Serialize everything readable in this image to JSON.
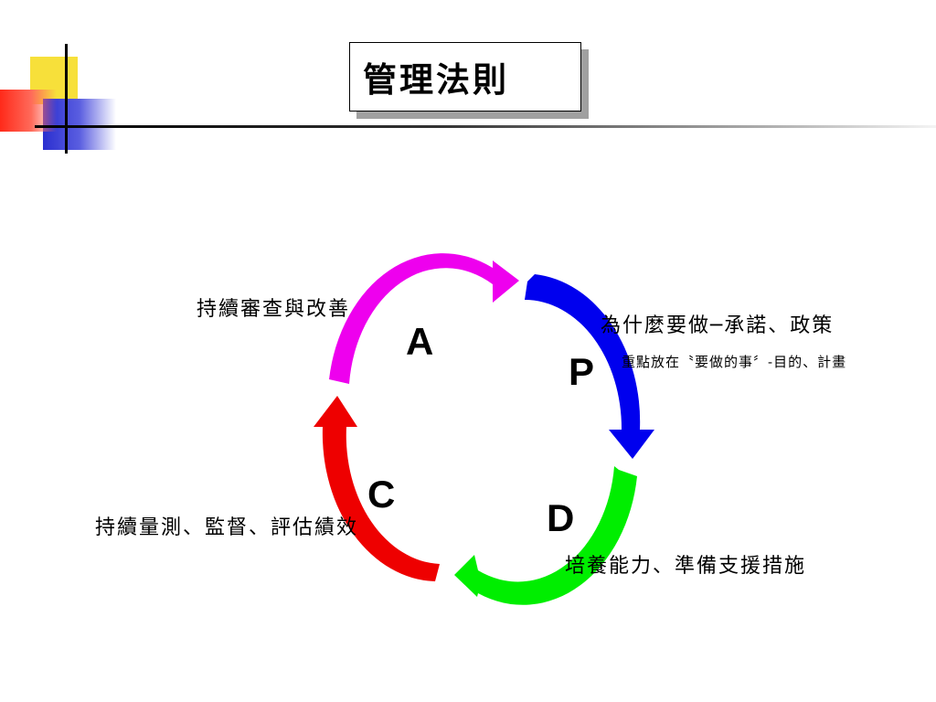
{
  "slide": {
    "title": "管理法則"
  },
  "cycle": {
    "stages": [
      {
        "letter": "P",
        "color": "#0000ee",
        "label": "為什麼要做─承諾、政策",
        "sublabel": "重點放在〝要做的事〞-目的、計畫"
      },
      {
        "letter": "D",
        "color": "#00ee00",
        "label": "培養能力、準備支援措施"
      },
      {
        "letter": "C",
        "color": "#ee0000",
        "label": "持續量測、監督、評估績效"
      },
      {
        "letter": "A",
        "color": "#ee00ee",
        "label": "持續審查與改善"
      }
    ]
  },
  "decoration": {
    "colors": {
      "yellow": "#f7e03a",
      "red": "#ff2a1a",
      "blue": "#2b2fd0"
    }
  }
}
